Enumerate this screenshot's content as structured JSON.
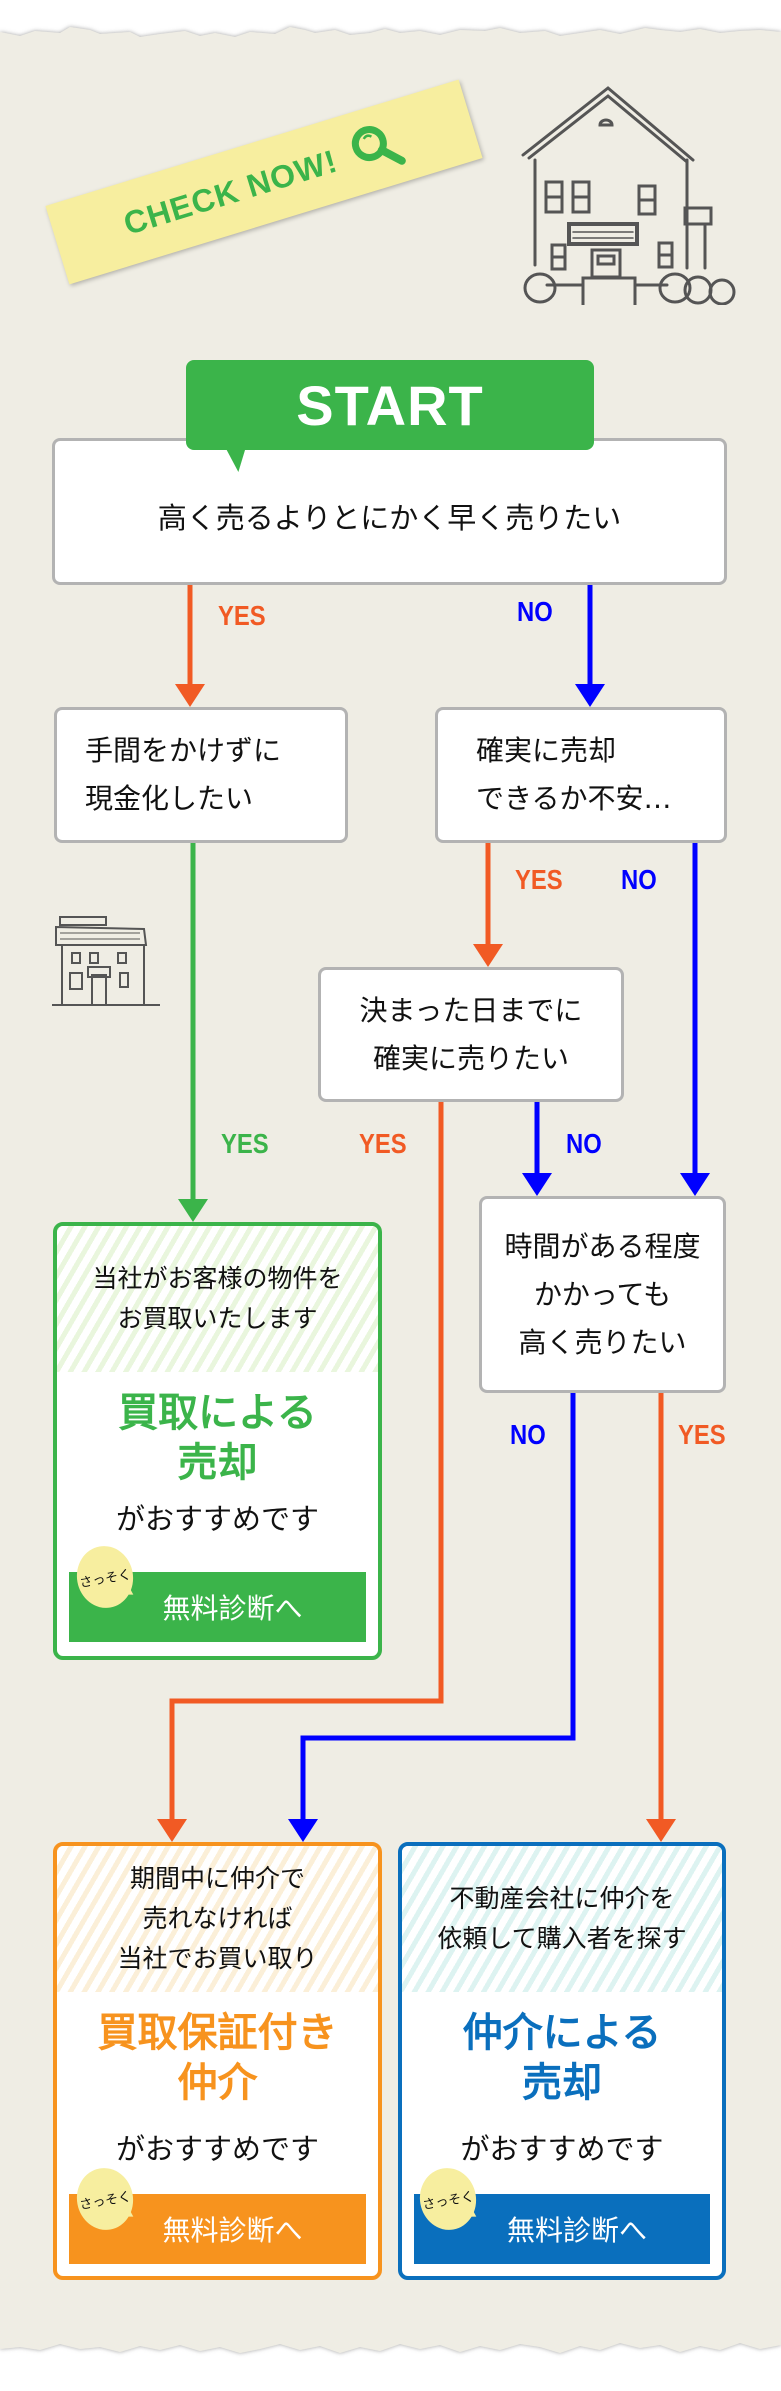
{
  "colors": {
    "paper": "#efede4",
    "start_green": "#3bb44a",
    "yes_orange": "#f15a24",
    "no_blue": "#0000ff",
    "result_green": "#3bb44a",
    "result_orange": "#f7931e",
    "result_blue": "#0a6fbd",
    "bubble_yellow": "#f7ee9f",
    "sticker_yellow": "#f7ee9f",
    "box_border": "#b3b3b3"
  },
  "header": {
    "sticker_label": "CHECK NOW!",
    "sticker_icon": "magnifier-icon",
    "illustration": "house-sketch"
  },
  "start": {
    "tab_label": "START",
    "question": "高く売るよりとにかく早く売りたい"
  },
  "questions": {
    "q_left": "手間をかけずに\n現金化したい",
    "q_right": "確実に売却\nできるか不安…",
    "q_mid": "決まった日までに\n確実に売りたい",
    "q_time": "時間がある程度\nかかっても\n高く売りたい"
  },
  "labels": {
    "start_yes": "YES",
    "start_no": "NO",
    "left_yes": "YES",
    "right_yes": "YES",
    "right_no": "NO",
    "mid_yes": "YES",
    "mid_no": "NO",
    "time_no": "NO",
    "time_yes": "YES"
  },
  "results": {
    "kaitori": {
      "description": "当社がお客様の物件を\nお買取いたします",
      "title": "買取による\n売却",
      "recommend": "がおすすめです",
      "bubble": "さっそく",
      "button": "無料診断へ"
    },
    "hosho": {
      "description": "期間中に仲介で\n売れなければ\n当社でお買い取り",
      "title": "買取保証付き\n仲介",
      "recommend": "がおすすめです",
      "bubble": "さっそく",
      "button": "無料診断へ"
    },
    "chukai": {
      "description": "不動産会社に仲介を\n依頼して購入者を探す",
      "title": "仲介による\n売却",
      "recommend": "がおすすめです",
      "bubble": "さっそく",
      "button": "無料診断へ"
    }
  }
}
